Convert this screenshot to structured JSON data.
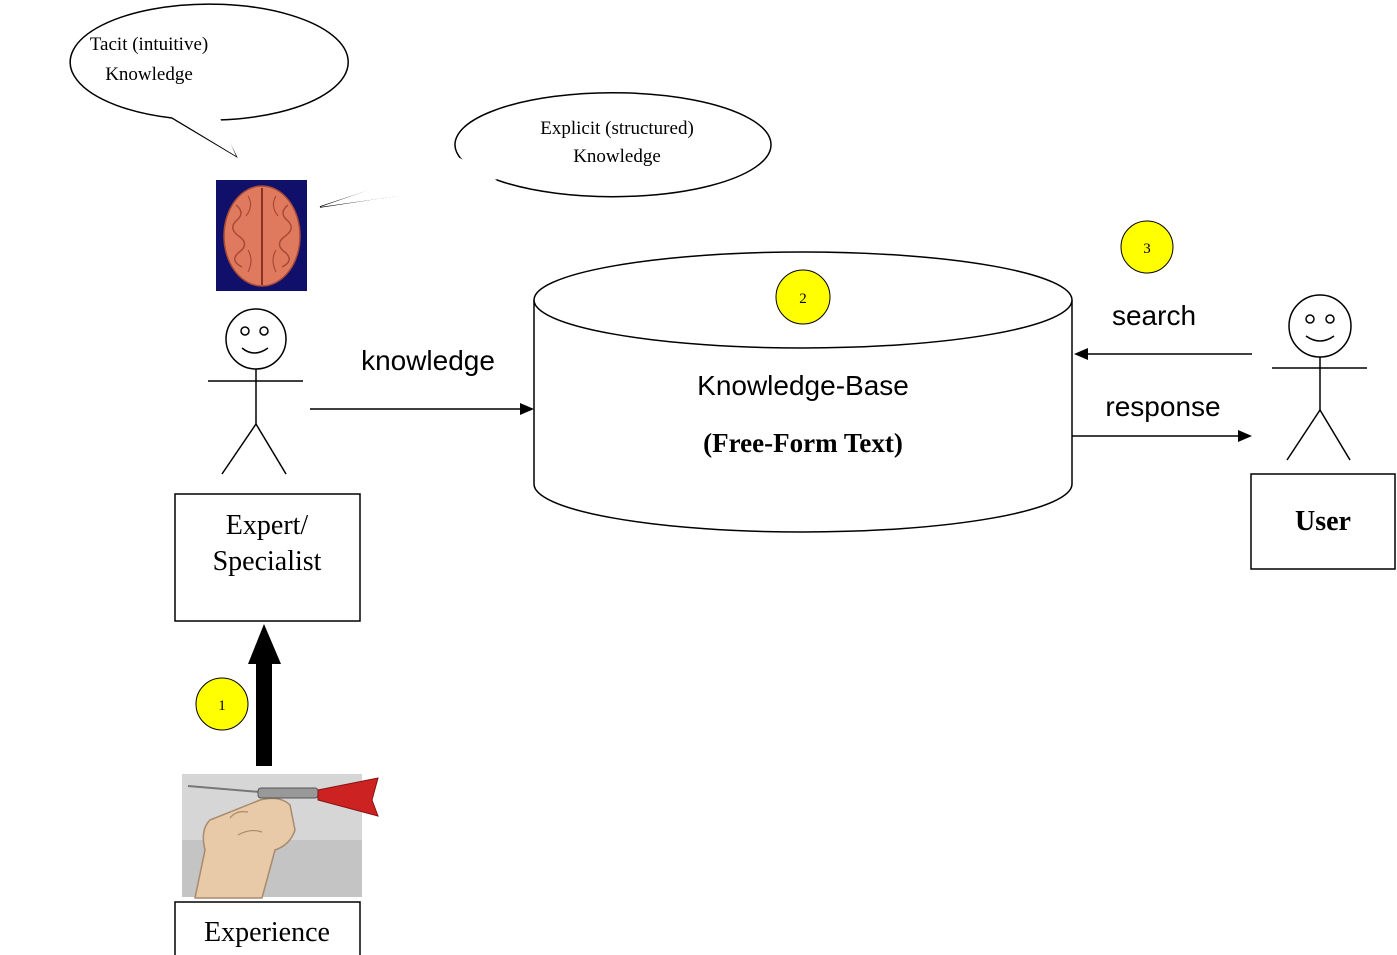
{
  "bubbles": {
    "tacit": {
      "line1": "Tacit (intuitive)",
      "line2": "Knowledge"
    },
    "explicit": {
      "line1": "Explicit (structured)",
      "line2": "Knowledge"
    }
  },
  "expert_box": {
    "line1": "Expert/",
    "line2": "Specialist"
  },
  "user_box": {
    "label": "User"
  },
  "experience_box": {
    "label": "Experience"
  },
  "knowledge_base": {
    "title": "Knowledge-Base",
    "subtitle": "(Free-Form Text)"
  },
  "arrows": {
    "knowledge": "knowledge",
    "search": "search",
    "response": "response"
  },
  "steps": [
    "1",
    "2",
    "3"
  ],
  "colors": {
    "step_fill": "#ffff00",
    "brain_bg": "#10106a",
    "brain": "#e07a5f",
    "dart_flight": "#cc2222"
  },
  "icons": {
    "brain": "brain-image",
    "dart": "hand-dart-image",
    "stick_figure": "stick-figure-icon"
  }
}
